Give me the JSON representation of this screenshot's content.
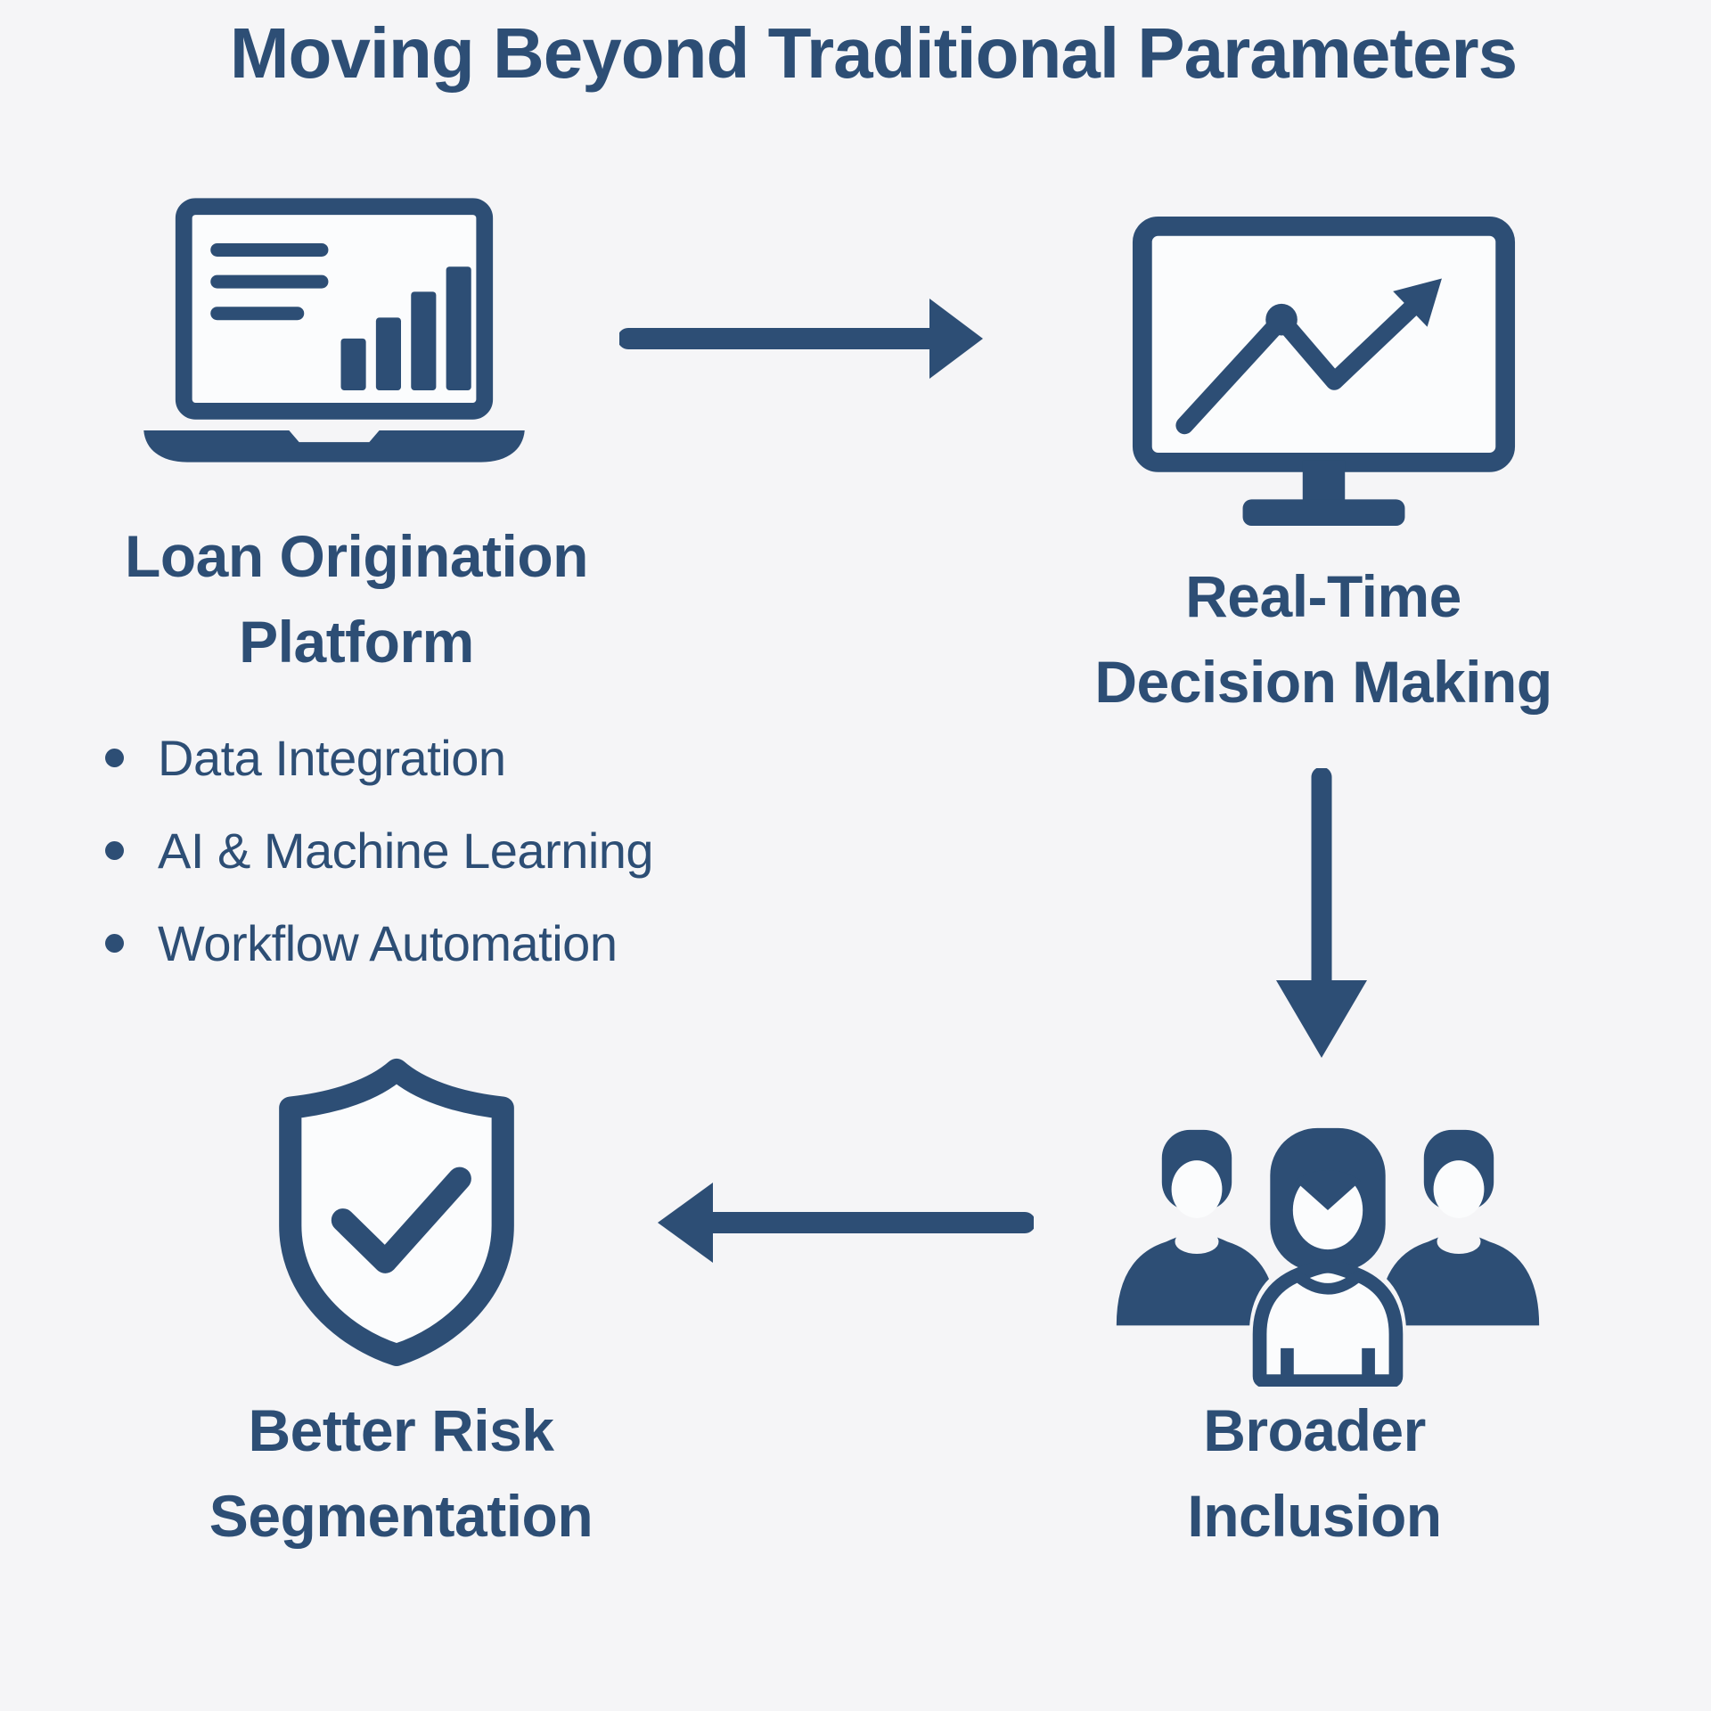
{
  "title": "Moving Beyond Traditional Parameters",
  "colors": {
    "accent": "#2d4e75",
    "background": "#f5f5f7",
    "icon_fill": "#fbfcfd"
  },
  "nodes": {
    "loan_origination": {
      "icon": "laptop-bar-chart",
      "label": "Loan Origination\nPlatform",
      "bullets": [
        "Data Integration",
        "AI & Machine Learning",
        "Workflow Automation"
      ]
    },
    "real_time_decision": {
      "icon": "monitor-trend",
      "label": "Real-Time\nDecision Making"
    },
    "broader_inclusion": {
      "icon": "people-group",
      "label": "Broader\nInclusion"
    },
    "better_risk": {
      "icon": "shield-check",
      "label": "Better Risk\nSegmentation"
    }
  },
  "arrows": [
    {
      "from": "loan_origination",
      "to": "real_time_decision",
      "direction": "right"
    },
    {
      "from": "real_time_decision",
      "to": "broader_inclusion",
      "direction": "down"
    },
    {
      "from": "broader_inclusion",
      "to": "better_risk",
      "direction": "left"
    }
  ]
}
